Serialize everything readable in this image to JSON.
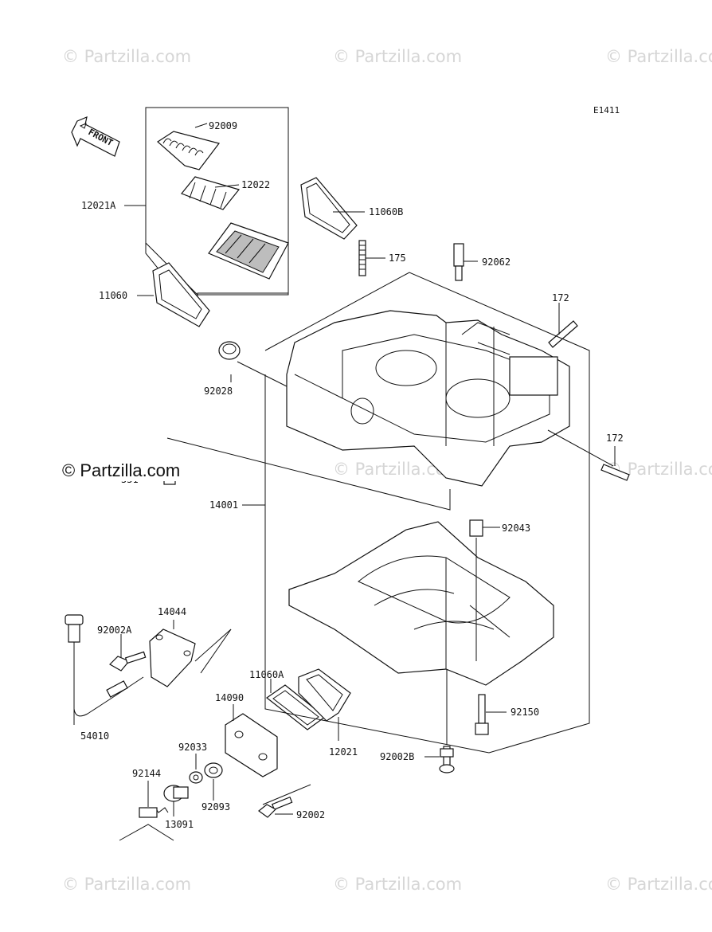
{
  "diagram_code": "E1411",
  "watermark": "© Partzilla.com",
  "front_arrow_label": "FRONT",
  "parts": [
    {
      "id": "p-92009",
      "number": "92009"
    },
    {
      "id": "p-12022",
      "number": "12022"
    },
    {
      "id": "p-12021a",
      "number": "12021A"
    },
    {
      "id": "p-11060b",
      "number": "11060B"
    },
    {
      "id": "p-175",
      "number": "175"
    },
    {
      "id": "p-92062",
      "number": "92062"
    },
    {
      "id": "p-11060",
      "number": "11060"
    },
    {
      "id": "p-172a",
      "number": "172"
    },
    {
      "id": "p-92028",
      "number": "92028"
    },
    {
      "id": "p-172b",
      "number": "172"
    },
    {
      "id": "p-551",
      "number": "551"
    },
    {
      "id": "p-14001",
      "number": "14001"
    },
    {
      "id": "p-92043",
      "number": "92043"
    },
    {
      "id": "p-14044",
      "number": "14044"
    },
    {
      "id": "p-92002a",
      "number": "92002A"
    },
    {
      "id": "p-11060a",
      "number": "11060A"
    },
    {
      "id": "p-14090",
      "number": "14090"
    },
    {
      "id": "p-92150",
      "number": "92150"
    },
    {
      "id": "p-54010",
      "number": "54010"
    },
    {
      "id": "p-92033",
      "number": "92033"
    },
    {
      "id": "p-12021",
      "number": "12021"
    },
    {
      "id": "p-92002b",
      "number": "92002B"
    },
    {
      "id": "p-92144",
      "number": "92144"
    },
    {
      "id": "p-92093",
      "number": "92093"
    },
    {
      "id": "p-92002",
      "number": "92002"
    },
    {
      "id": "p-13091",
      "number": "13091"
    }
  ]
}
